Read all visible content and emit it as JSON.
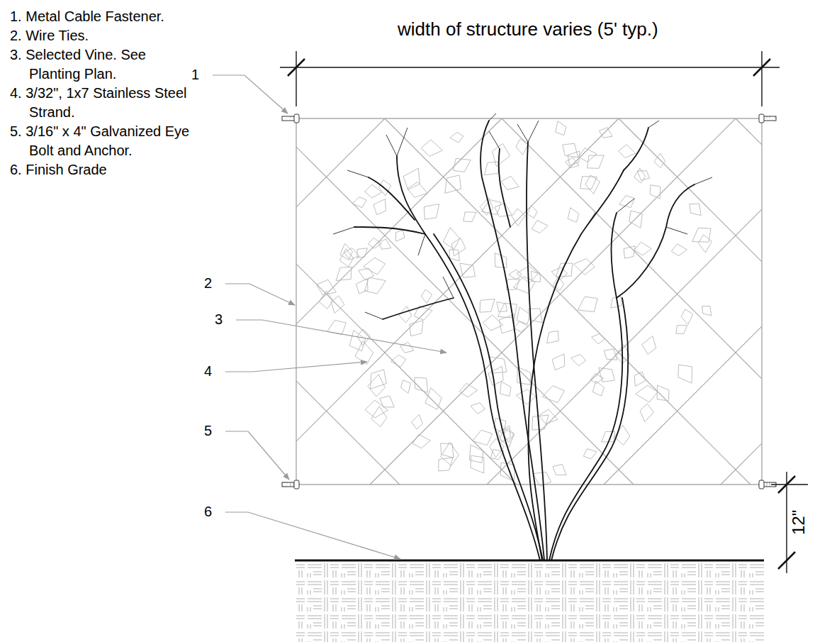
{
  "diagram": {
    "labels": [
      "1. Metal Cable Fastener.",
      "2. Wire Ties.",
      "3. Selected Vine. See Planting Plan.",
      "4. 3/32\", 1x7 Stainless Steel Strand.",
      "5. 3/16\" x 4\" Galvanized Eye Bolt and Anchor.",
      "6. Finish Grade",
      "width of structure varies (5' typ.)",
      "1",
      "2",
      "3",
      "4",
      "5",
      "6",
      "12\""
    ]
  }
}
